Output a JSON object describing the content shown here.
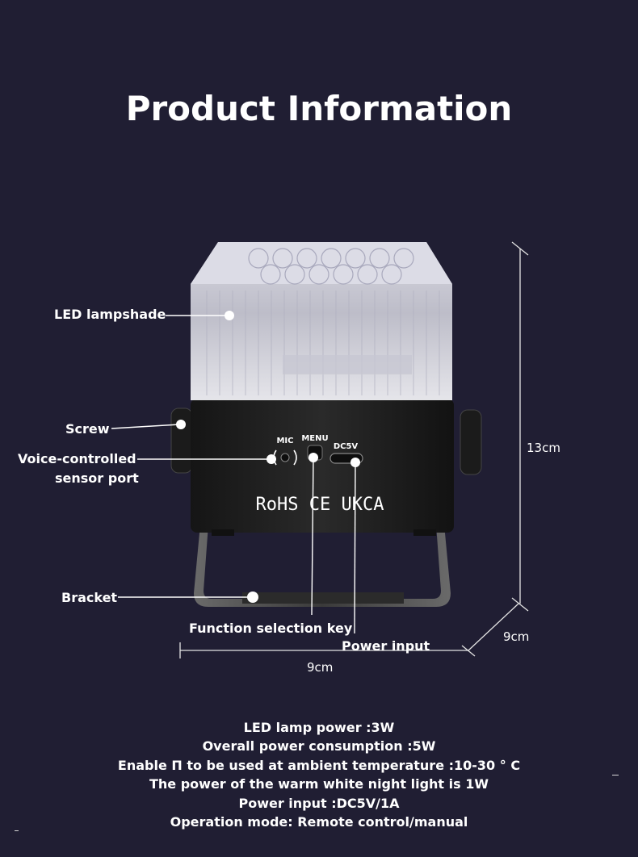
{
  "title": "Product Information",
  "callouts": {
    "lampshade": "LED lampshade",
    "screw": "Screw",
    "voice_line1": "Voice-controlled",
    "voice_line2": "sensor port",
    "bracket": "Bracket",
    "function_key": "Function selection key",
    "power_input": "Power input"
  },
  "dimensions": {
    "height": "13cm",
    "depth": "9cm",
    "width": "9cm"
  },
  "device_labels": {
    "mic": "MIC",
    "menu": "MENU",
    "dc": "DC5V",
    "certs": "RoHS  CE  UKCA"
  },
  "specs": [
    "LED lamp power :3W",
    "Overall power consumption :5W",
    "Enable Π to be used at ambient temperature :10-30 ° C",
    "The power of the warm white night light is 1W",
    "Power input :DC5V/1A",
    "Operation mode: Remote control/manual"
  ]
}
